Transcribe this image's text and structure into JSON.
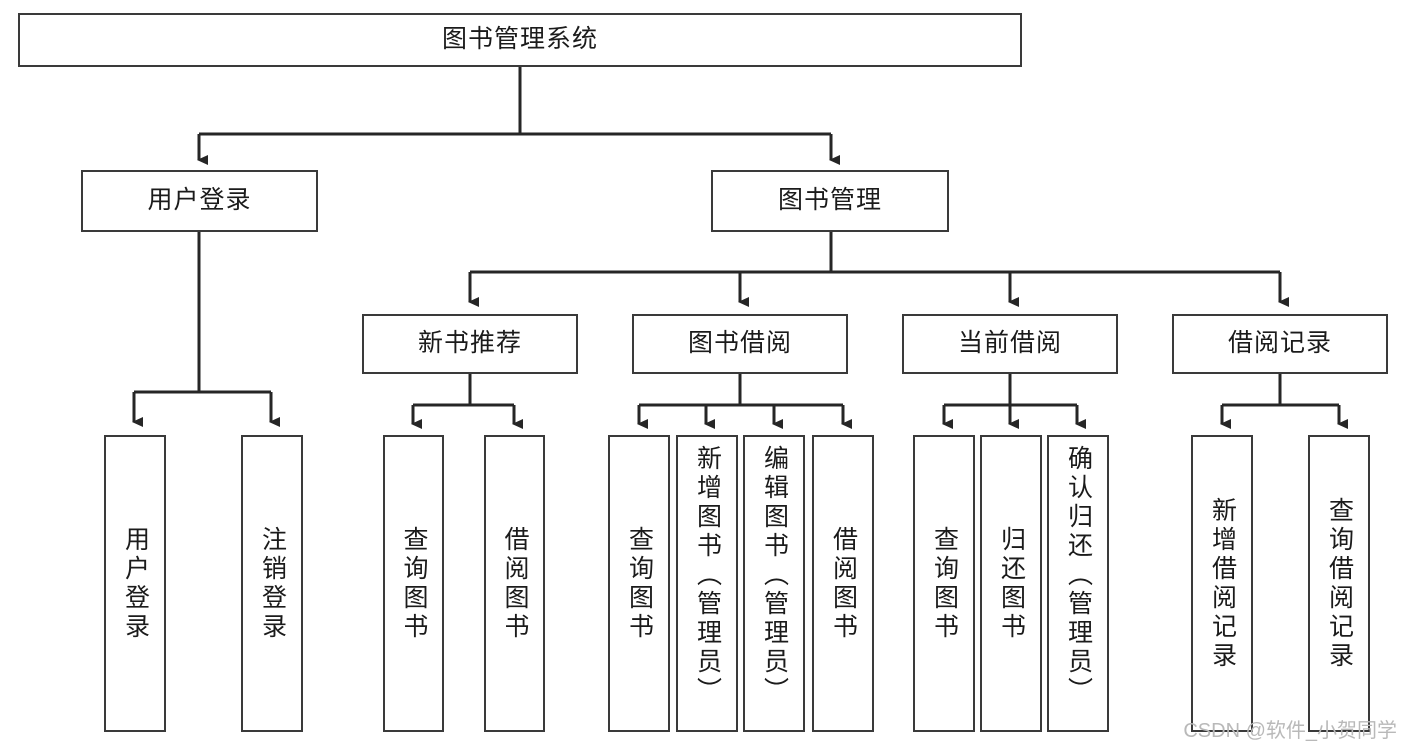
{
  "diagram": {
    "type": "tree",
    "title": "图书管理系统",
    "colors": {
      "box_border": "#3a3a3a",
      "box_fill": "#ffffff",
      "line": "#262626",
      "text": "#1b1b1b",
      "watermark": "#b9b9b9",
      "background": "#ffffff"
    },
    "watermark": "CSDN @软件_小贺同学",
    "nodes": {
      "root": {
        "label": "图书管理系统"
      },
      "level2": [
        {
          "label": "用户登录"
        },
        {
          "label": "图书管理"
        }
      ],
      "level3": [
        {
          "label": "新书推荐"
        },
        {
          "label": "图书借阅"
        },
        {
          "label": "当前借阅"
        },
        {
          "label": "借阅记录"
        }
      ],
      "leaves": {
        "user_login": [
          {
            "label": "用户登录"
          },
          {
            "label": "注销登录"
          }
        ],
        "new_book_recommend": [
          {
            "label": "查询图书"
          },
          {
            "label": "借阅图书"
          }
        ],
        "book_borrow": [
          {
            "label": "查询图书"
          },
          {
            "label": "新增图书（管理员）"
          },
          {
            "label": "编辑图书（管理员）"
          },
          {
            "label": "借阅图书"
          }
        ],
        "current_borrow": [
          {
            "label": "查询图书"
          },
          {
            "label": "归还图书"
          },
          {
            "label": "确认归还（管理员）"
          }
        ],
        "borrow_record": [
          {
            "label": "新增借阅记录"
          },
          {
            "label": "查询借阅记录"
          }
        ]
      }
    },
    "edges": [
      {
        "from": "图书管理系统",
        "to": "用户登录"
      },
      {
        "from": "图书管理系统",
        "to": "图书管理"
      },
      {
        "from": "用户登录",
        "to": "用户登录"
      },
      {
        "from": "用户登录",
        "to": "注销登录"
      },
      {
        "from": "图书管理",
        "to": "新书推荐"
      },
      {
        "from": "图书管理",
        "to": "图书借阅"
      },
      {
        "from": "图书管理",
        "to": "当前借阅"
      },
      {
        "from": "图书管理",
        "to": "借阅记录"
      },
      {
        "from": "新书推荐",
        "to": "查询图书"
      },
      {
        "from": "新书推荐",
        "to": "借阅图书"
      },
      {
        "from": "图书借阅",
        "to": "查询图书"
      },
      {
        "from": "图书借阅",
        "to": "新增图书（管理员）"
      },
      {
        "from": "图书借阅",
        "to": "编辑图书（管理员）"
      },
      {
        "from": "图书借阅",
        "to": "借阅图书"
      },
      {
        "from": "当前借阅",
        "to": "查询图书"
      },
      {
        "from": "当前借阅",
        "to": "归还图书"
      },
      {
        "from": "当前借阅",
        "to": "确认归还（管理员）"
      },
      {
        "from": "借阅记录",
        "to": "新增借阅记录"
      },
      {
        "from": "借阅记录",
        "to": "查询借阅记录"
      }
    ]
  }
}
